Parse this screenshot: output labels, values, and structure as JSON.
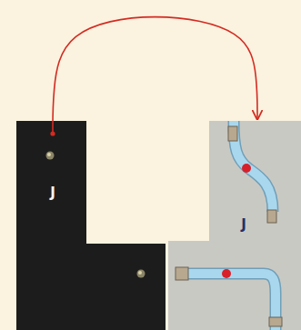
{
  "diagram": {
    "nodes": [
      {
        "text": [
          "J"
        ]
      },
      {
        "text": [
          "J"
        ]
      }
    ],
    "edges": [
      {
        "from": 0,
        "to": 1,
        "arrow": "to"
      }
    ]
  }
}
